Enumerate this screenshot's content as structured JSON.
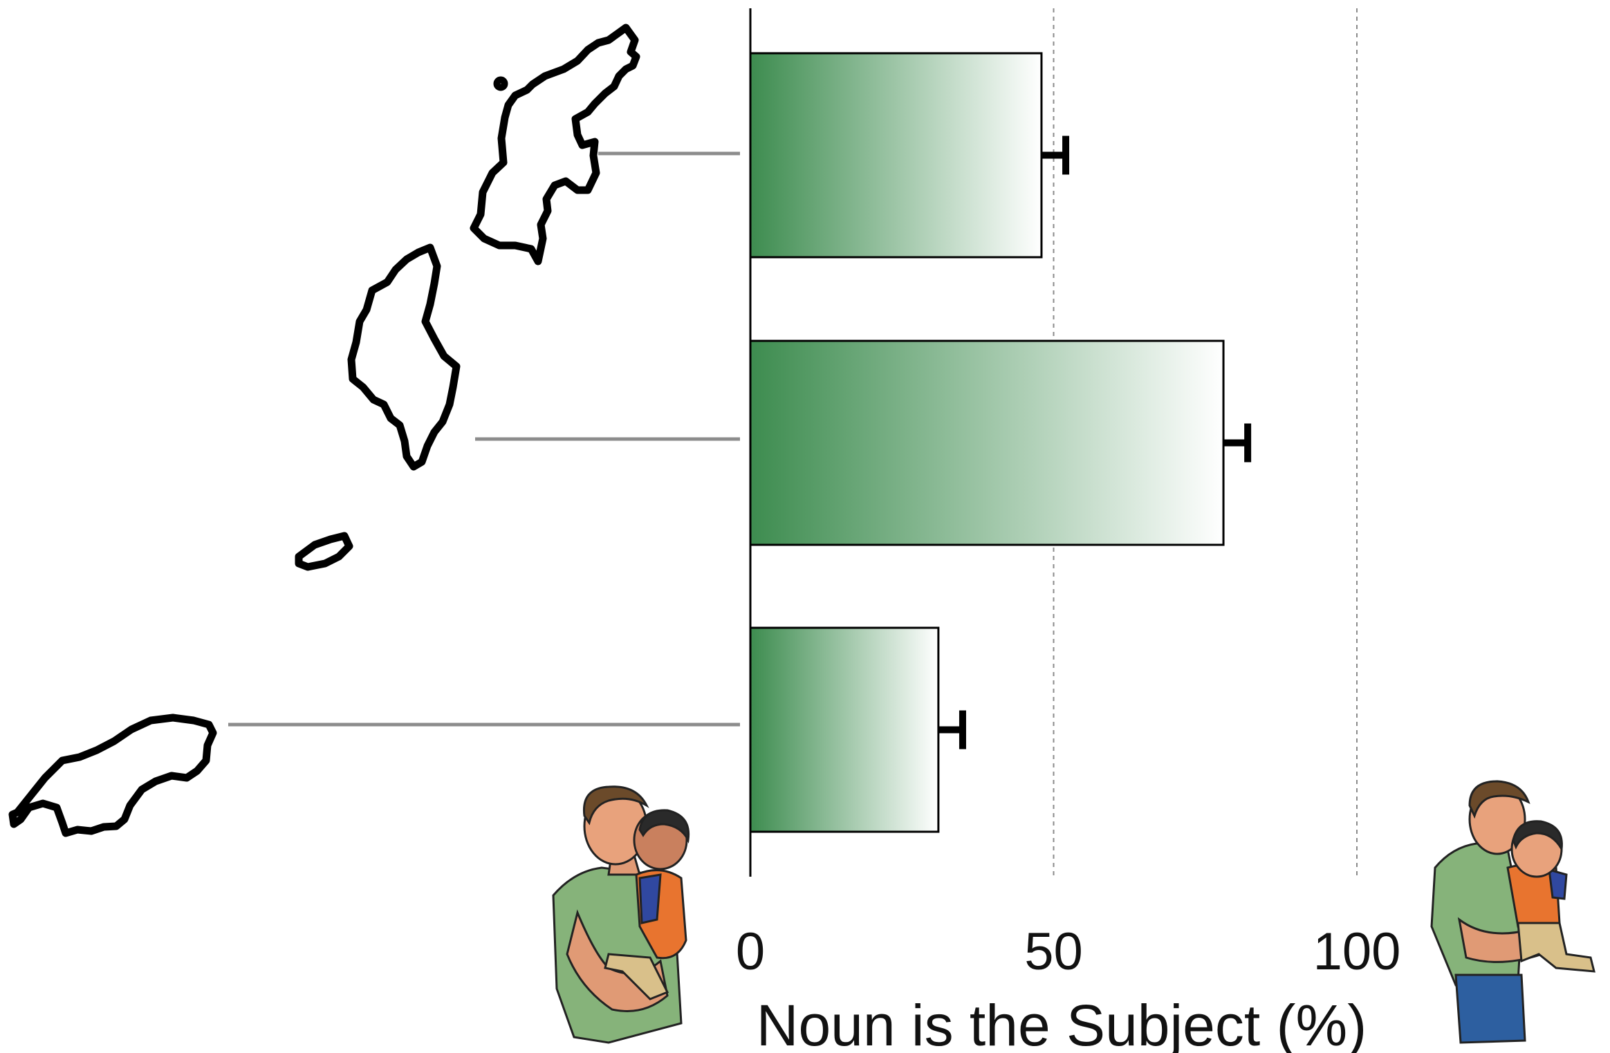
{
  "chart_data": {
    "type": "bar",
    "orientation": "horizontal",
    "categories": [
      "",
      "",
      ""
    ],
    "values": [
      48,
      78,
      31
    ],
    "error": [
      4,
      4,
      4
    ],
    "xlabel": "Noun is the Subject (%)",
    "ylabel": "",
    "xlim": [
      0,
      100
    ],
    "xticks": [
      "0",
      "50",
      "100"
    ],
    "grid": "vertical-dashed",
    "bar_gradient": [
      "#3d8c4f",
      "#ffffff"
    ]
  },
  "illustrations": {
    "left": "man-and-boy-hugging-kiss-on-cheek",
    "right": "man-kissing-boy-on-head",
    "islands": [
      "island-north",
      "island-middle",
      "island-south"
    ]
  }
}
